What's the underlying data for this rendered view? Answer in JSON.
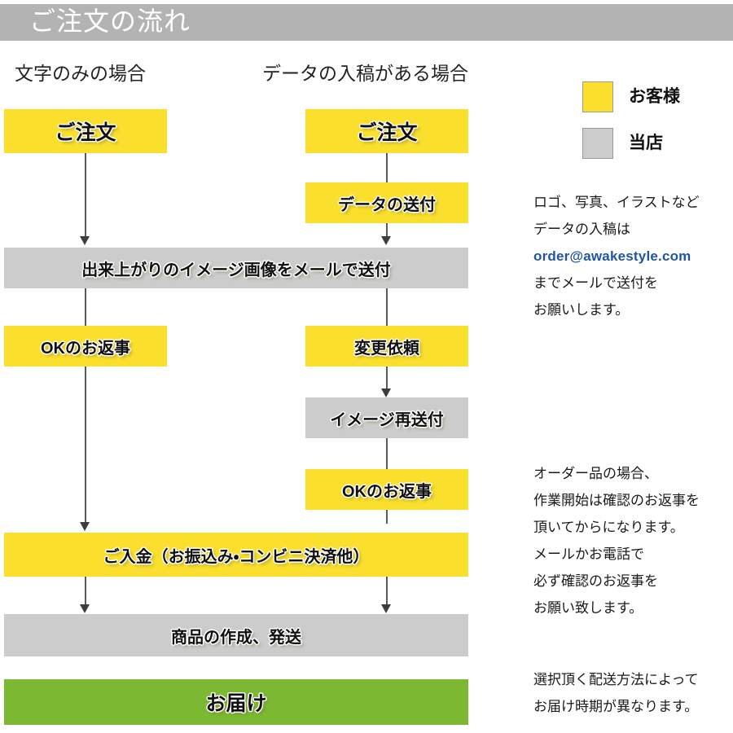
{
  "header": {
    "title": "ご注文の流れ"
  },
  "columns": {
    "left_caption": "文字のみの場合",
    "right_caption": "データの入稿がある場合"
  },
  "legend": {
    "items": [
      {
        "color": "#fadf2c",
        "swatch": "yellow-swatch",
        "label": "お客様"
      },
      {
        "color": "#cccccc",
        "swatch": "gray-swatch",
        "label": "当店"
      }
    ]
  },
  "flow": {
    "left_column": [
      {
        "id": "order-left",
        "label": "ご注文",
        "color": "yellow"
      },
      {
        "id": "ok-reply-left",
        "label": "OKのお返事",
        "color": "yellow"
      }
    ],
    "right_column": [
      {
        "id": "order-right",
        "label": "ご注文",
        "color": "yellow"
      },
      {
        "id": "send-data",
        "label": "データの送付",
        "color": "yellow"
      },
      {
        "id": "change-request",
        "label": "変更依頼",
        "color": "yellow"
      },
      {
        "id": "resend-image",
        "label": "イメージ再送付",
        "color": "gray"
      },
      {
        "id": "ok-reply-right",
        "label": "OKのお返事",
        "color": "yellow"
      }
    ],
    "full_width": [
      {
        "id": "send-image-mail",
        "label": "出来上がりのイメージ画像をメールで送付",
        "color": "gray"
      },
      {
        "id": "payment",
        "label": "ご入金（お振込み・コンビニ決済他）",
        "color": "yellow"
      },
      {
        "id": "produce-ship",
        "label": "商品の作成、発送",
        "color": "gray"
      },
      {
        "id": "delivery",
        "label": "お届け",
        "color": "green"
      }
    ]
  },
  "notes": {
    "data_submission": {
      "line1": "ロゴ、写真、イラストなど",
      "line2": "データの入稿は",
      "email": "order@awakestyle.com",
      "line4": "までメールで送付を",
      "line5": "お願いします。"
    },
    "order_confirmation": {
      "line1": "オーダー品の場合、",
      "line2": "作業開始は確認のお返事を",
      "line3": "頂いてからになります。",
      "line4": "メールかお電話で",
      "line5": "必ず確認のお返事を",
      "line6": "お願い致します。"
    },
    "shipping": {
      "line1": "選択頂く配送方法によって",
      "line2": "お届け時期が異なります。"
    }
  },
  "colors": {
    "customer": "#fadf2c",
    "shop": "#cccccc",
    "delivery": "#7cb832",
    "header_bar": "#b3b3b3",
    "email_link": "#1f55a5",
    "connector": "#5a5a5a"
  }
}
